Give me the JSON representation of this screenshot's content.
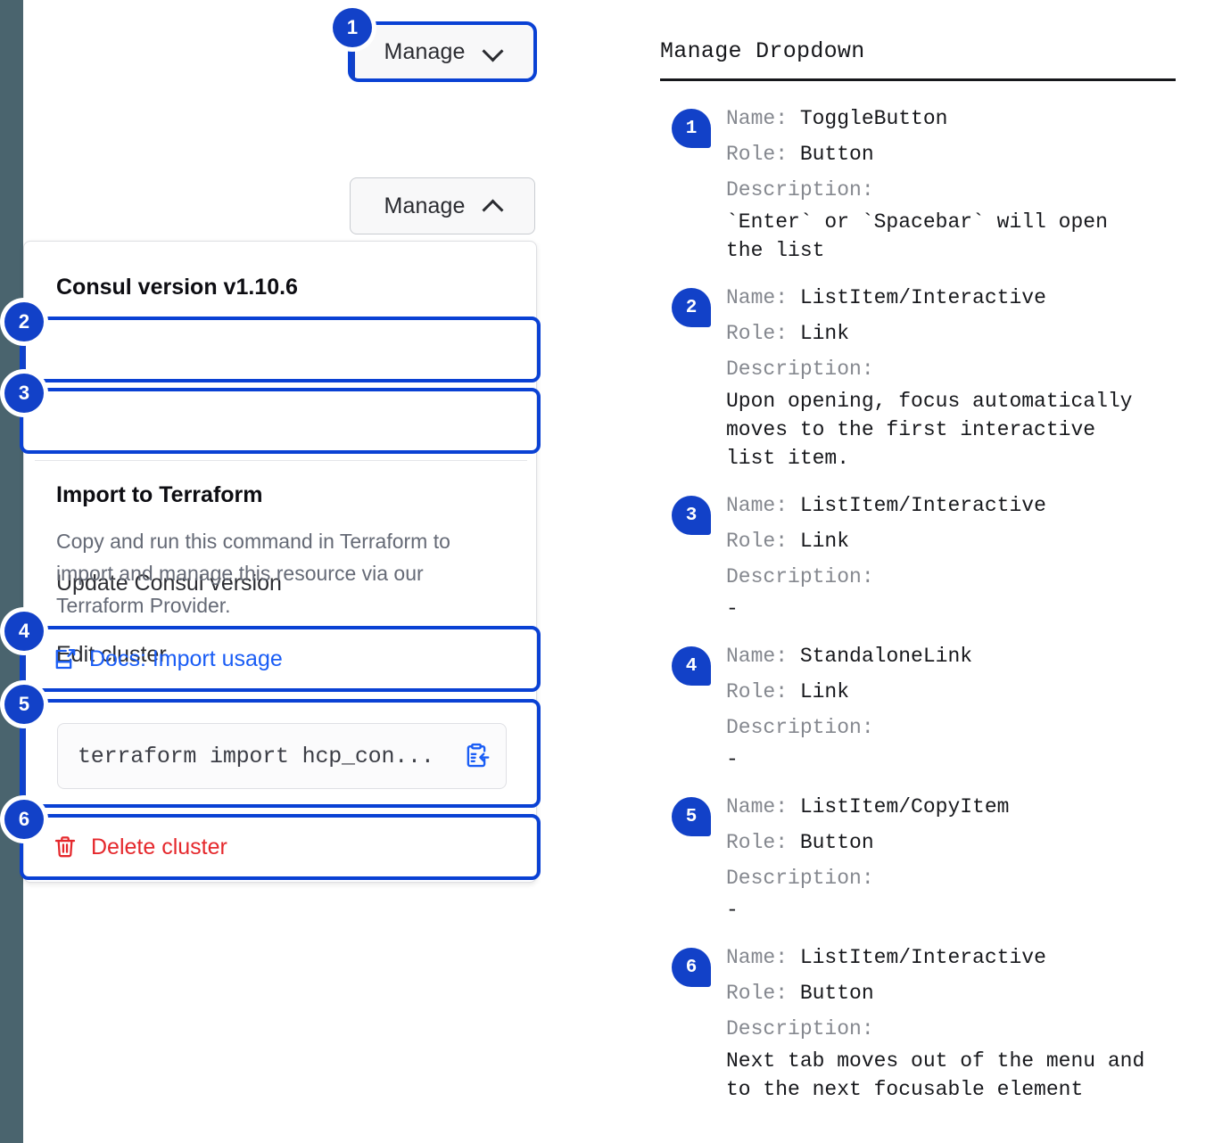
{
  "colors": {
    "accent_blue": "#1241c8",
    "focus_blue": "#0a41d4",
    "link_blue": "#1a5df5",
    "danger_red": "#e5282c",
    "edge_bar": "#4a646e",
    "muted_text": "#656a76"
  },
  "left": {
    "toggle_top": {
      "label": "Manage",
      "icon": "chevron-down-icon"
    },
    "toggle_bottom": {
      "label": "Manage",
      "icon": "chevron-up-icon"
    },
    "dropdown": {
      "version_heading": "Consul version v1.10.6",
      "update_item": "Update Consul version",
      "edit_item": "Edit cluster",
      "import_heading": "Import to Terraform",
      "import_description": "Copy and run this command in Terraform to import and manage this resource via our Terraform Provider.",
      "docs_link": "Docs: Import usage",
      "docs_icon": "docs-external-link-icon",
      "command_value": "terraform import hcp_con...",
      "copy_icon": "clipboard-copy-icon",
      "delete_item": "Delete cluster",
      "delete_icon": "trash-icon"
    },
    "badges": [
      "1",
      "2",
      "3",
      "4",
      "5",
      "6"
    ]
  },
  "right": {
    "title": "Manage Dropdown",
    "labels": {
      "name": "Name:",
      "role": "Role:",
      "description": "Description:"
    },
    "items": [
      {
        "badge": "1",
        "name": "ToggleButton",
        "role": "Button",
        "description": "`Enter` or `Spacebar` will open\nthe list"
      },
      {
        "badge": "2",
        "name": "ListItem/Interactive",
        "role": "Link",
        "description": "Upon opening, focus automatically\nmoves to the first interactive\nlist item."
      },
      {
        "badge": "3",
        "name": "ListItem/Interactive",
        "role": "Link",
        "description": "-"
      },
      {
        "badge": "4",
        "name": "StandaloneLink",
        "role": "Link",
        "description": "-"
      },
      {
        "badge": "5",
        "name": "ListItem/CopyItem",
        "role": "Button",
        "description": "-"
      },
      {
        "badge": "6",
        "name": "ListItem/Interactive",
        "role": "Button",
        "description": "Next tab moves out of the menu and\nto the next focusable element"
      }
    ]
  }
}
